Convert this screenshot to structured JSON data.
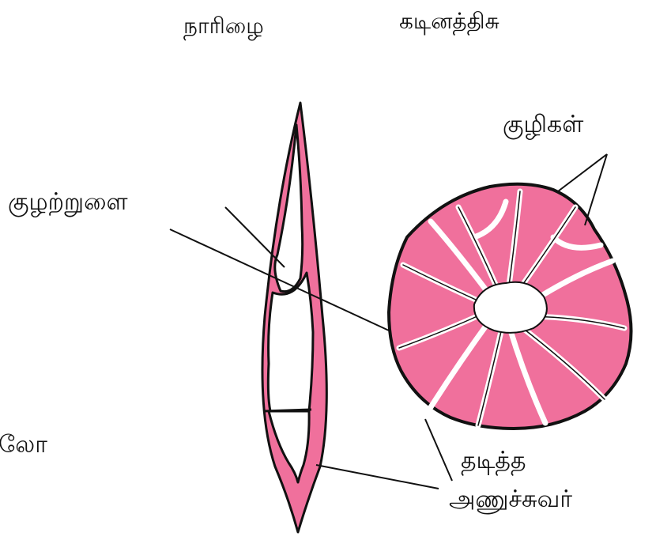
{
  "titles": {
    "fiber": "நாரிழை",
    "sclereid": "கடினத்திசு"
  },
  "labels": {
    "pits": "குழிகள்",
    "lumen": "குழற்றுளை",
    "thick_wall_line1": "தடித்த",
    "thick_wall_line2": "அணுச்சுவர்",
    "cut_text": "லோ"
  },
  "colors": {
    "cell_wall": "#f0709c",
    "outline": "#111111",
    "background": "#ffffff"
  }
}
